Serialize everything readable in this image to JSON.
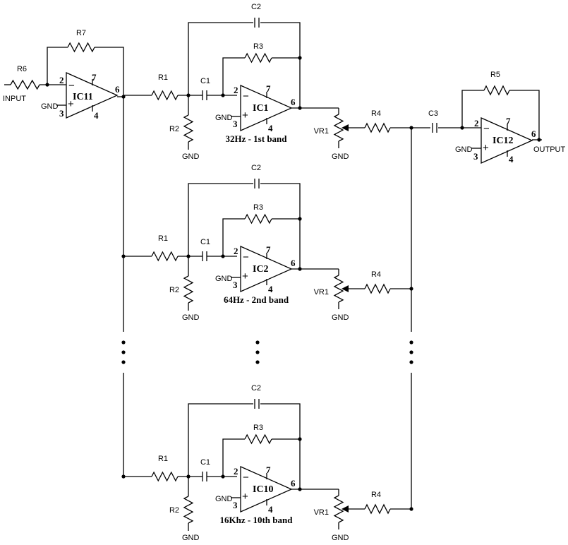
{
  "input_label": "INPUT",
  "output_label": "OUTPUT",
  "gnd": "GND",
  "pins": {
    "inv": "2",
    "noninv": "3",
    "out": "6",
    "vplus": "7",
    "vminus": "4"
  },
  "signs": {
    "minus": "−",
    "plus": "+"
  },
  "input_stage": {
    "ic": "IC11",
    "r_in": "R6",
    "r_fb": "R7"
  },
  "output_stage": {
    "ic": "IC12",
    "r_fb": "R5",
    "c_in": "C3"
  },
  "bands": [
    {
      "ic": "IC1",
      "label": "32Hz - 1st band",
      "r1": "R1",
      "r2": "R2",
      "r3": "R3",
      "c1": "C1",
      "c2": "C2",
      "vr": "VR1",
      "r4": "R4"
    },
    {
      "ic": "IC2",
      "label": "64Hz - 2nd band",
      "r1": "R1",
      "r2": "R2",
      "r3": "R3",
      "c1": "C1",
      "c2": "C2",
      "vr": "VR1",
      "r4": "R4"
    },
    {
      "ic": "IC10",
      "label": "16Khz - 10th band",
      "r1": "R1",
      "r2": "R2",
      "r3": "R3",
      "c1": "C1",
      "c2": "C2",
      "vr": "VR1",
      "r4": "R4"
    }
  ]
}
